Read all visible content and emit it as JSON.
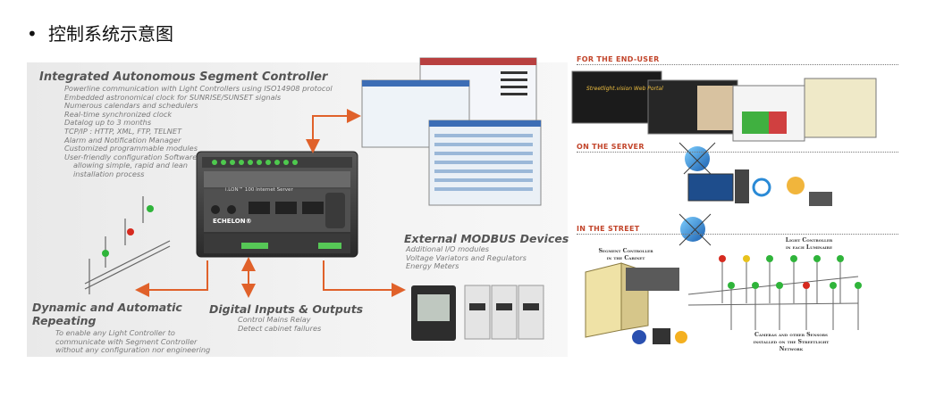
{
  "slide": {
    "bullet": "•",
    "title": "控制系统示意图"
  },
  "controller": {
    "title": "Integrated Autonomous Segment Controller",
    "features": [
      "Powerline communication with Light Controllers using ISO14908 protocol",
      "Embedded astronomical clock for SUNRISE/SUNSET signals",
      "Numerous calendars and schedulers",
      "Real-time synchronized  clock",
      "Datalog up to 3 months",
      "TCP/IP : HTTP, XML, FTP, TELNET",
      "Alarm and Notification Manager",
      "Customized programmable modules",
      "User-friendly configuration Software",
      "allowing simple, rapid and lean",
      "installation process"
    ],
    "device": {
      "model": "i.LON™ 100 Internet Server",
      "brand": "ECHELON®"
    }
  },
  "modbus": {
    "title": "External MODBUS Devices",
    "items": [
      "Additional I/O modules",
      "Voltage Variators and Regulators",
      "Energy Meters"
    ]
  },
  "dynamic": {
    "title_line1": "Dynamic and Automatic",
    "title_line2": "Repeating",
    "lines": [
      "To enable any Light Controller to",
      "communicate with Segment Controller",
      "without any configuration nor engineering"
    ]
  },
  "digital": {
    "title": "Digital Inputs & Outputs",
    "items": [
      "Control Mains Relay",
      "Detect cabinet failures"
    ]
  },
  "right": {
    "end_user": "FOR THE END-USER",
    "server": "ON THE SERVER",
    "street": "IN THE STREET",
    "portal_name": "Streetlight.vision  Web Portal",
    "segment_controller": [
      "Segment Controller",
      "in the Cabinet"
    ],
    "light_controller": [
      "Light Controller",
      "in each Luminaire"
    ],
    "cameras": [
      "Cameras and other Sensors",
      "installed on the Streetlight",
      "Network"
    ]
  },
  "colors": {
    "arrow": "#e0612a",
    "section_label": "#c2452b",
    "lamp_green": "#2fb43a",
    "lamp_red": "#d62a1f",
    "lamp_yellow": "#e8c21c"
  }
}
